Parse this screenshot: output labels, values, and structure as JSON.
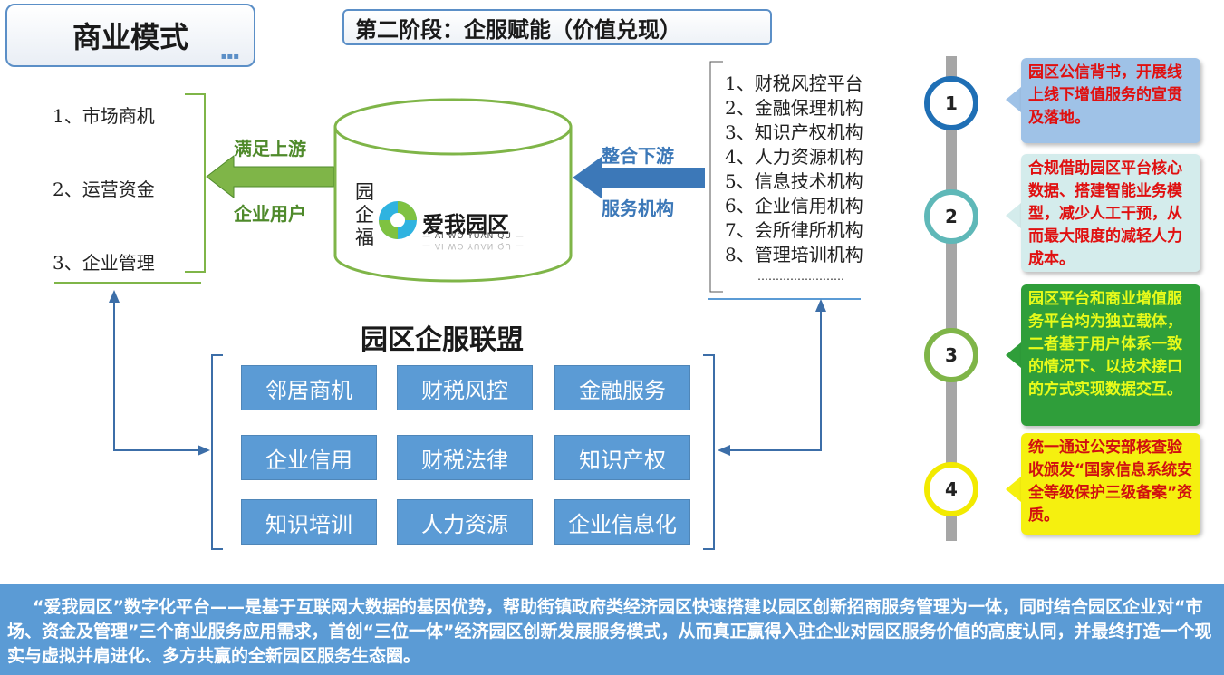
{
  "title": "商业模式",
  "stage_title": "第二阶段：企服赋能（价值兑现）",
  "left_items": [
    "1、市场商机",
    "2、运营资金",
    "3、企业管理"
  ],
  "left_arrow": {
    "top_label": "满足上游",
    "bottom_label": "企业用户"
  },
  "right_arrow": {
    "top_label": "整合下游",
    "bottom_label": "服务机构"
  },
  "center": {
    "vertical_text": [
      "园",
      "企",
      "福"
    ],
    "logo_cn": "爱我园区",
    "logo_en": "— AI WO YUAN QU —",
    "logo_en_mirror": "— AI WO YUAN QU —"
  },
  "institutions": [
    "1、财税风控平台",
    "2、金融保理机构",
    "3、知识产权机构",
    "4、人力资源机构",
    "5、信息技术机构",
    "6、企业信用机构",
    "7、会所律所机构",
    "8、管理培训机构",
    "……………………"
  ],
  "alliance": {
    "title": "园区企服联盟",
    "services": [
      "邻居商机",
      "财税风控",
      "金融服务",
      "企业信用",
      "财税法律",
      "知识产权",
      "知识培训",
      "人力资源",
      "企业信息化"
    ]
  },
  "steps": [
    {
      "num": "1",
      "text": "园区公信背书，开展线上线下增值服务的宣贯及落地。",
      "color": "#1f6fb5"
    },
    {
      "num": "2",
      "text": "合规借助园区平台核心数据、搭建智能业务模型，减少人工干预，从而最大限度的减轻人力成本。",
      "color": "#5fb8b8"
    },
    {
      "num": "3",
      "text": "园区平台和商业增值服务平台均为独立载体，二者基于用户体系一致的情况下、以技术接口的方式实现数据交互。",
      "color": "#7fb548"
    },
    {
      "num": "4",
      "text": "统一通过公安部核查验收颁发“国家信息系统安全等级保护三级备案”资质。",
      "color": "#f2ea00"
    }
  ],
  "footer": "“爱我园区”数字化平台——是基于互联网大数据的基因优势，帮助街镇政府类经济园区快速搭建以园区创新招商服务管理为一体，同时结合园区企业对“市场、资金及管理”三个商业服务应用需求，首创“三位一体”经济园区创新发展服务模式，从而真正赢得入驻企业对园区服务价值的高度认同，并最终打造一个现实与虚拟并肩进化、多方共赢的全新园区服务生态圈。",
  "colors": {
    "accent_blue": "#5b9bd5",
    "green": "#4f8a2b",
    "dark_blue": "#3c6ea8"
  }
}
